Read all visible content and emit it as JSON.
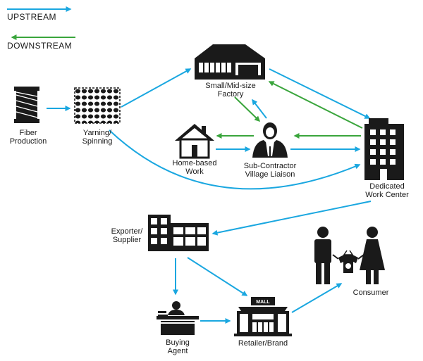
{
  "legend": {
    "upstream": {
      "label": "UPSTREAM",
      "color": "#1aa7e0"
    },
    "downstream": {
      "label": "DOWNSTREAM",
      "color": "#3aa53c"
    }
  },
  "nodes": {
    "fiber": {
      "line1": "Fiber",
      "line2": "Production",
      "icon": "fiber-spool-icon"
    },
    "yarning": {
      "line1": "Yarning/",
      "line2": "Spinning",
      "icon": "fabric-swatch-icon"
    },
    "factory": {
      "line1": "Small/Mid-size",
      "line2": "Factory",
      "icon": "factory-icon"
    },
    "home": {
      "line1": "Home-based",
      "line2": "Work",
      "icon": "house-icon"
    },
    "subcontractor": {
      "line1": "Sub-Contractor",
      "line2": "Village Liaison",
      "icon": "person-icon"
    },
    "workcenter": {
      "line1": "Dedicated",
      "line2": "Work Center",
      "icon": "office-building-icon"
    },
    "exporter": {
      "line1": "Exporter/",
      "line2": "Supplier",
      "icon": "warehouse-icon"
    },
    "buying_agent": {
      "line1": "Buying",
      "line2": "Agent",
      "icon": "desk-agent-icon"
    },
    "retailer": {
      "line1": "Retailer/Brand",
      "icon": "mall-icon",
      "sign": "MALL"
    },
    "consumer": {
      "line1": "Consumer",
      "icon": "consumers-icon"
    }
  }
}
